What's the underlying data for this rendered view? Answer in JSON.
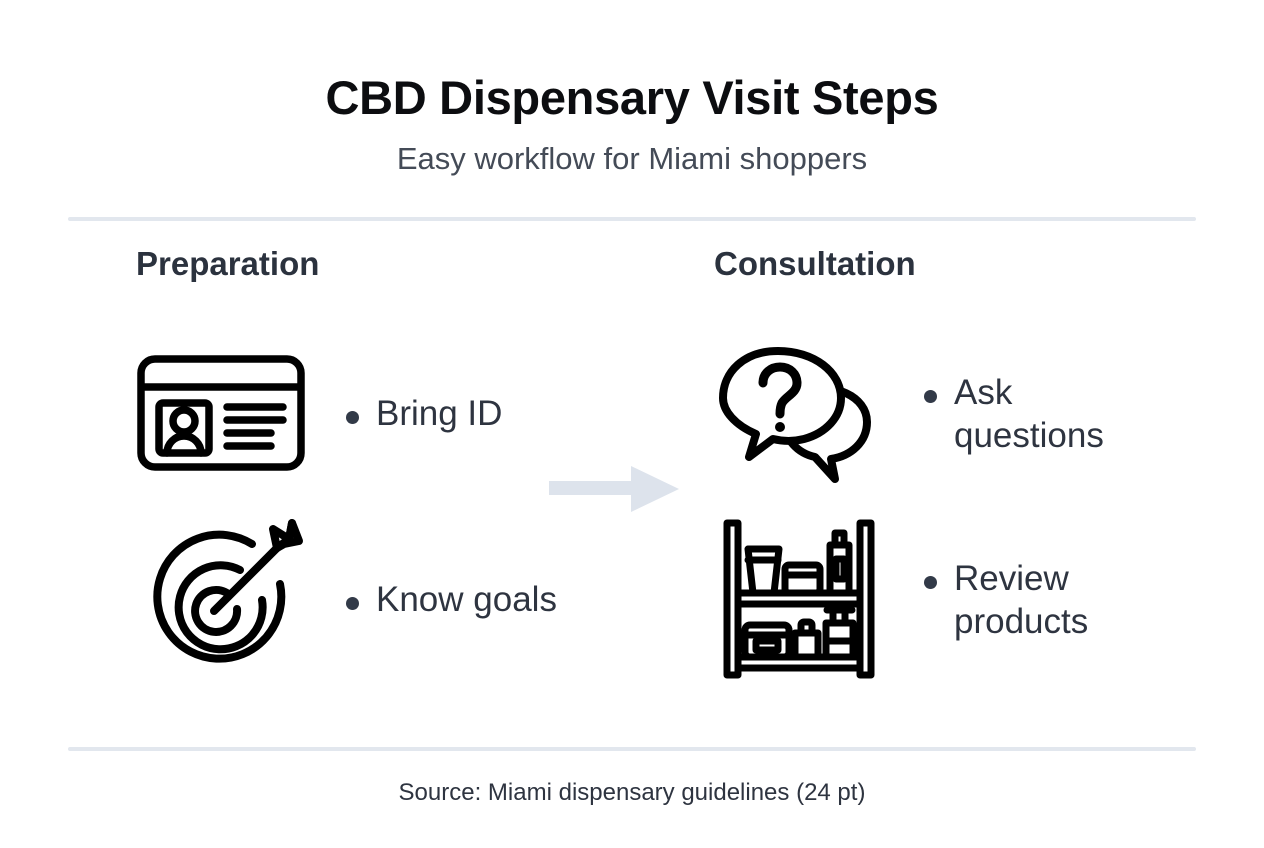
{
  "header": {
    "title": "CBD Dispensary Visit Steps",
    "subtitle": "Easy workflow for Miami shoppers"
  },
  "columns": [
    {
      "heading": "Preparation",
      "steps": [
        {
          "icon": "id-card-icon",
          "label": "Bring ID"
        },
        {
          "icon": "target-arrow-icon",
          "label": "Know goals"
        }
      ]
    },
    {
      "heading": "Consultation",
      "steps": [
        {
          "icon": "speech-bubbles-question-icon",
          "label": "Ask questions"
        },
        {
          "icon": "product-shelf-icon",
          "label": "Review products"
        }
      ]
    }
  ],
  "connector": {
    "icon": "arrow-right-icon",
    "direction": "right"
  },
  "footer": {
    "source": "Source: Miami dispensary guidelines (24 pt)"
  },
  "colors": {
    "title": "#0c0d10",
    "subtitle": "#444b57",
    "heading": "#2b323e",
    "body": "#2e3440",
    "icon_stroke": "#000000",
    "divider": "#e2e7ee",
    "arrow": "#dde3ec",
    "background": "#ffffff"
  }
}
